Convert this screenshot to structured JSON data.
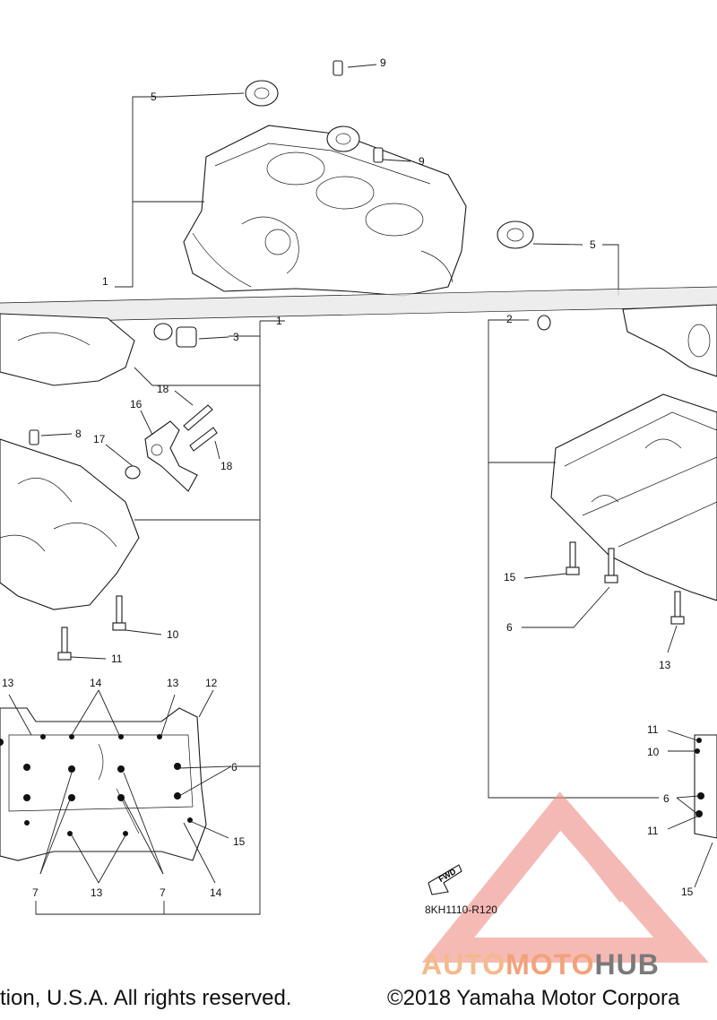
{
  "callouts": {
    "c1_top": "1",
    "c1_mid": "1",
    "c2": "2",
    "c3": "3",
    "c5_left": "5",
    "c5_right": "5",
    "c6_left": "6",
    "c6_right_upper": "6",
    "c6_right_lower": "6",
    "c7_a": "7",
    "c7_b": "7",
    "c8": "8",
    "c9_top": "9",
    "c9_mid": "9",
    "c10_left": "10",
    "c10_right": "10",
    "c11_left": "11",
    "c11_right_upper": "11",
    "c11_right_lower": "11",
    "c12": "12",
    "c13_a": "13",
    "c13_b": "13",
    "c13_c": "13",
    "c13_right": "13",
    "c14_a": "14",
    "c14_b": "14",
    "c15_left": "15",
    "c15_right_upper": "15",
    "c15_right_lower": "15",
    "c16": "16",
    "c17": "17",
    "c18_a": "18",
    "c18_b": "18"
  },
  "fwd_label": "FWD",
  "ref_code": "8KH1110-R120",
  "watermark": {
    "part1": "AUTO",
    "part2": "MOTO",
    "part3": "HUB",
    "triangle_color": "#f08c84"
  },
  "footer": {
    "left": "tion, U.S.A. All rights reserved.",
    "right": "©2018 Yamaha Motor Corpora"
  }
}
